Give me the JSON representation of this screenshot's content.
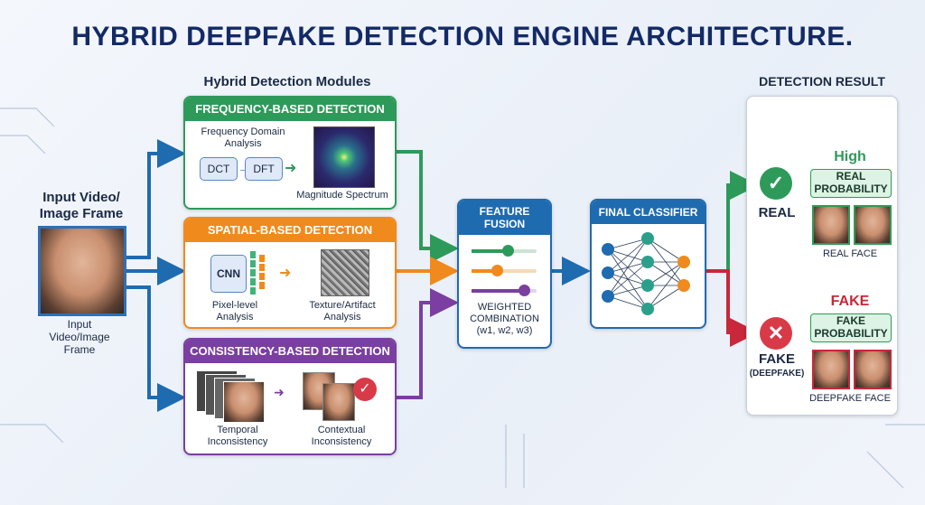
{
  "title": "HYBRID DEEPFAKE DETECTION ENGINE ARCHITECTURE.",
  "input": {
    "heading": "Input Video/\nImage Frame",
    "caption": "Input\nVideo/Image\nFrame"
  },
  "modules": {
    "heading": "Hybrid Detection Modules",
    "frequency": {
      "title": "FREQUENCY-BASED DETECTION",
      "analysis": "Frequency Domain\nAnalysis",
      "dct": "DCT",
      "dft": "DFT",
      "spectrum": "Magnitude Spectrum",
      "color": "#2e9a5a"
    },
    "spatial": {
      "title": "SPATIAL-BASED DETECTION",
      "cnn": "CNN",
      "pixel": "Pixel-level\nAnalysis",
      "texture": "Texture/Artifact\nAnalysis",
      "color": "#f08a1c"
    },
    "consistency": {
      "title": "CONSISTENCY-BASED DETECTION",
      "temporal": "Temporal\nInconsistency",
      "contextual": "Contextual\nInconsistency",
      "color": "#7a3fa0"
    }
  },
  "fusion": {
    "title": "FEATURE\nFUSION",
    "weighted": "WEIGHTED\nCOMBINATION\n(w1, w2, w3)",
    "color": "#1f6bb0"
  },
  "classifier": {
    "title": "FINAL CLASSIFIER",
    "color": "#1f6bb0"
  },
  "result": {
    "heading": "DETECTION RESULT",
    "real": {
      "level": "High",
      "prob": "REAL\nPROBABILITY",
      "label": "REAL",
      "faces": "REAL FACE"
    },
    "fake": {
      "level": "FAKE",
      "prob": "FAKE\nPROBABILITY",
      "label": "FAKE",
      "sub": "(DEEPFAKE)",
      "faces": "DEEPFAKE FACE"
    }
  }
}
